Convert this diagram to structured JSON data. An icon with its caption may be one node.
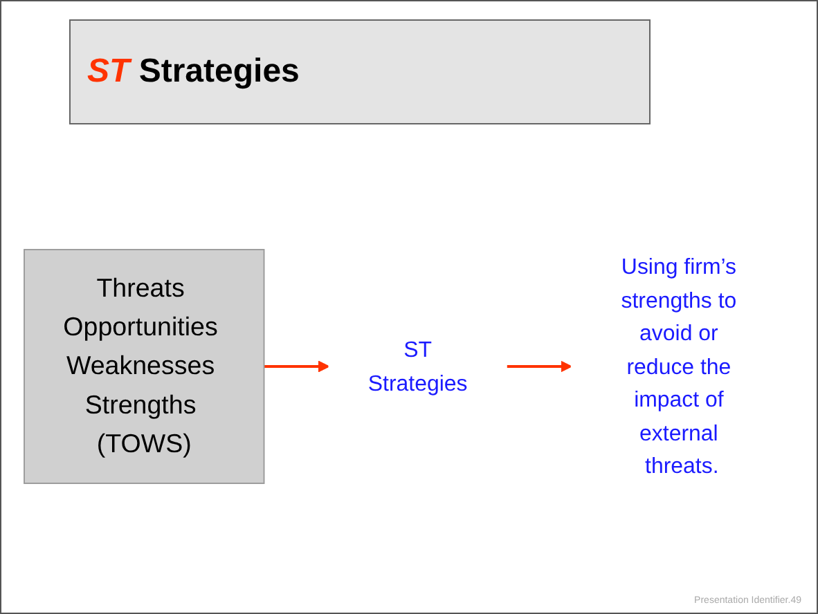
{
  "diagram": {
    "title": "*ST* Strategies",
    "nodes": [
      {
        "text": [
          "Threats Opportunities Weaknesses Strengths (TOWS)"
        ]
      },
      {
        "text": [
          "ST",
          "Strategies"
        ]
      },
      {
        "text": [
          "Using firm’s strengths to avoid or reduce the impact of external threats."
        ]
      }
    ],
    "edges": [
      {
        "from": 0,
        "to": 1,
        "arrow": "to"
      },
      {
        "from": 1,
        "to": 2,
        "arrow": "to"
      }
    ],
    "labels": [
      "Presentation Identifier.49"
    ]
  }
}
